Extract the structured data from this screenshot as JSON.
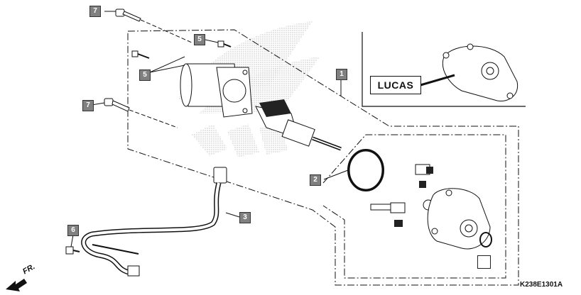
{
  "callouts": [
    {
      "id": "c1",
      "label": "1"
    },
    {
      "id": "c2",
      "label": "2"
    },
    {
      "id": "c3",
      "label": "3"
    },
    {
      "id": "c5a",
      "label": "5"
    },
    {
      "id": "c5b",
      "label": "5"
    },
    {
      "id": "c6",
      "label": "6"
    },
    {
      "id": "c7a",
      "label": "7"
    },
    {
      "id": "c7b",
      "label": "7"
    }
  ],
  "brand_label": "LUCAS",
  "reference_code": "K238E1301A",
  "direction_label": "FR.",
  "colors": {
    "line": "#111111",
    "callout_fill": "#808080",
    "watermark": "#c8c8c8"
  }
}
